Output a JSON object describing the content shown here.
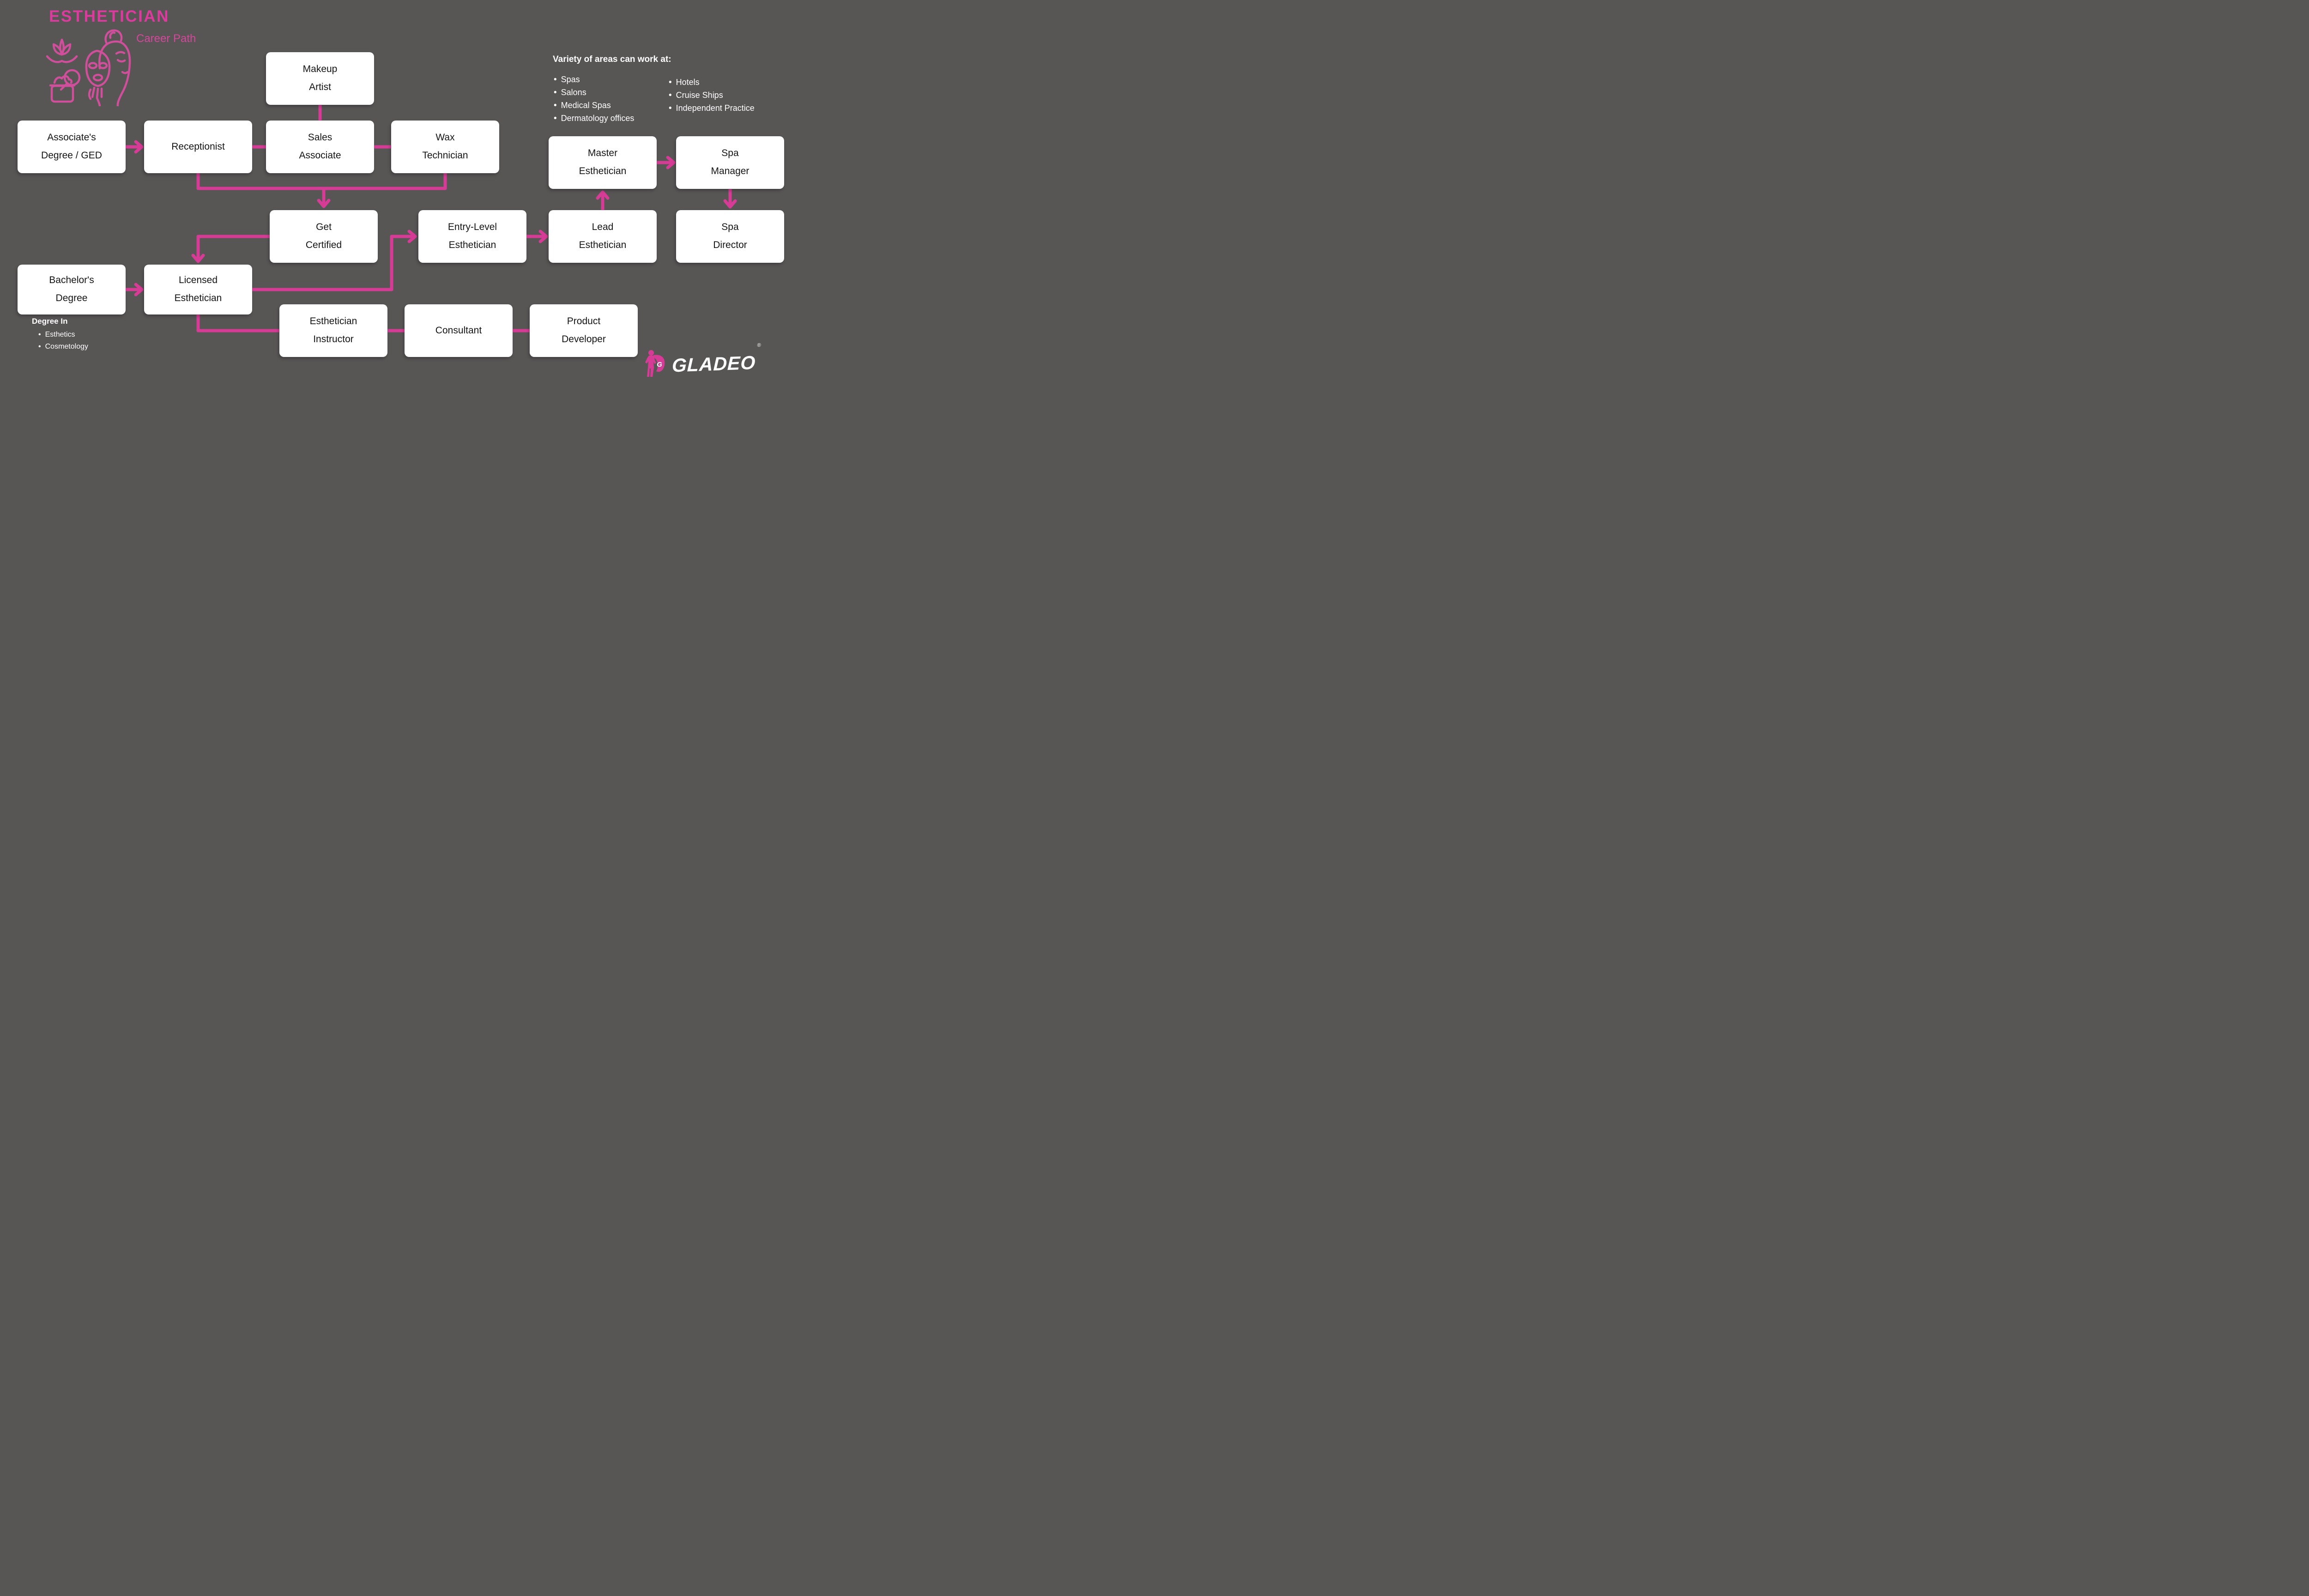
{
  "page": {
    "background": "#585555",
    "accent_pink": "#d63c96",
    "title_pink": "#da3b9c",
    "node_bg": "#ffffff",
    "text_white": "#ffffff"
  },
  "header": {
    "title": "ESTHETICIAN",
    "subtitle": "Career Path",
    "icon": "esthetician-facial-care-icon"
  },
  "work_areas": {
    "heading": "Variety of areas can work at:",
    "col1": [
      "Spas",
      "Salons",
      "Medical Spas",
      "Dermatology offices"
    ],
    "col2": [
      "Hotels",
      "Cruise Ships",
      "Independent Practice"
    ]
  },
  "degree_in": {
    "heading": "Degree In",
    "items": [
      "Esthetics",
      "Cosmetology"
    ]
  },
  "nodes": {
    "makeup_artist": "Makeup\nArtist",
    "associates_degree": "Associate's\nDegree / GED",
    "receptionist": "Receptionist",
    "sales_associate": "Sales\nAssociate",
    "wax_technician": "Wax\nTechnician",
    "master_esthetician": "Master\nEsthetician",
    "spa_manager": "Spa\nManager",
    "get_certified": "Get\nCertified",
    "entry_level_esthetician": "Entry-Level\nEsthetician",
    "lead_esthetician": "Lead\nEsthetician",
    "spa_director": "Spa\nDirector",
    "bachelors_degree": "Bachelor's\nDegree",
    "licensed_esthetician": "Licensed\nEsthetician",
    "esthetician_instructor": "Esthetician\nInstructor",
    "consultant": "Consultant",
    "product_developer": "Product\nDeveloper"
  },
  "logo": {
    "text": "GLADEO",
    "reg": "®",
    "monogram": "G"
  }
}
